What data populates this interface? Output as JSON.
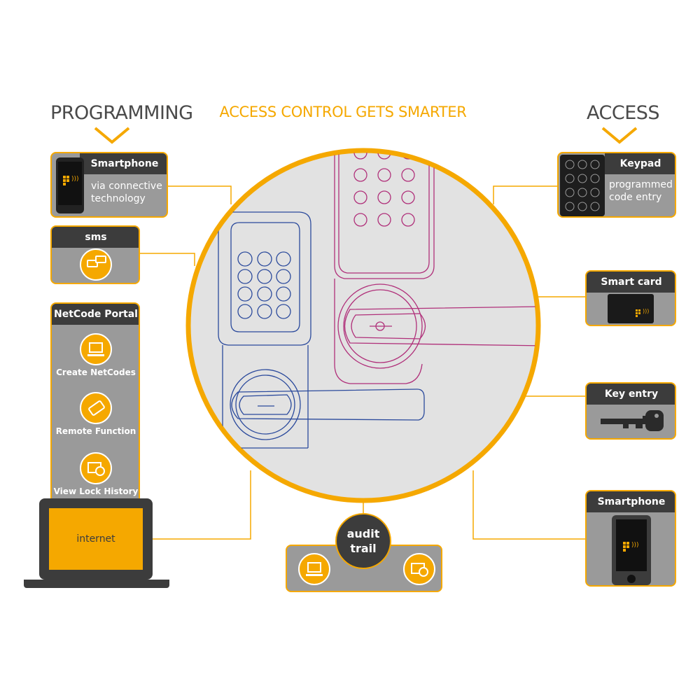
{
  "headings": {
    "programming": "PROGRAMMING",
    "title": "ACCESS CONTROL GETS SMARTER",
    "access": "ACCESS"
  },
  "programming": {
    "smartphone": {
      "title": "Smartphone",
      "text_line1": "via connective",
      "text_line2": "technology"
    },
    "sms": {
      "title": "sms"
    },
    "portal": {
      "title": "NetCode Portal",
      "items": [
        "Create NetCodes",
        "Remote Function",
        "View Lock History"
      ]
    },
    "laptop": {
      "label": "internet"
    }
  },
  "access": {
    "keypad": {
      "title": "Keypad",
      "text_line1": "programmed",
      "text_line2": "code entry"
    },
    "smart_card": {
      "title": "Smart card"
    },
    "key_entry": {
      "title": "Key entry"
    },
    "smartphone_app": {
      "title": "Smartphone app"
    }
  },
  "audit": {
    "line1": "audit",
    "line2": "trail"
  },
  "colors": {
    "accent": "#f5a800",
    "dark": "#3c3c3c",
    "panel": "#9a9a9a",
    "lock_blue": "#2b4a9c",
    "lock_magenta": "#b0307a"
  }
}
